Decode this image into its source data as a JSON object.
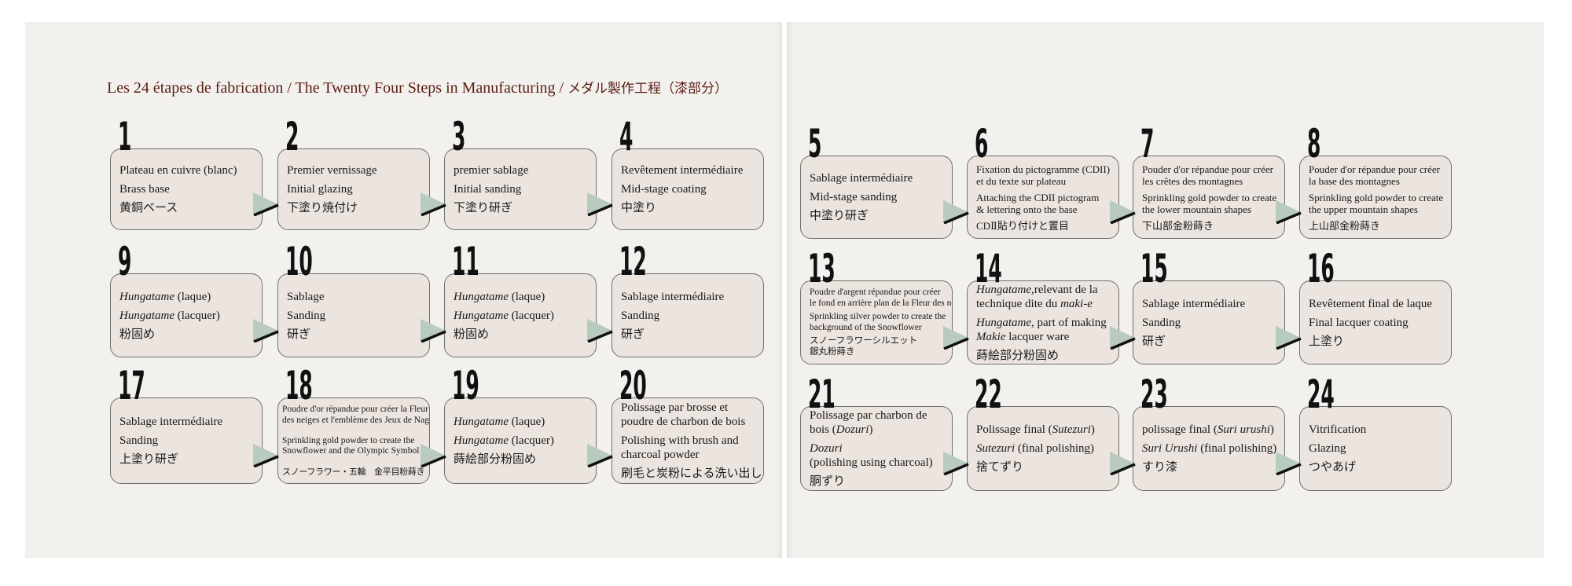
{
  "title": {
    "text": "Les 24 étapes de fabrication / The Twenty Four Steps in Manufacturing / ",
    "jp": "メダル製作工程（漆部分）"
  },
  "steps": [
    {
      "n": "1",
      "blocks": [
        [
          [
            {
              "t": "Plateau en cuivre (blanc)"
            }
          ]
        ],
        [
          [
            {
              "t": "Brass base"
            }
          ]
        ],
        [
          [
            {
              "t": "黄銅ベース"
            }
          ]
        ]
      ]
    },
    {
      "n": "2",
      "blocks": [
        [
          [
            {
              "t": "Premier vernissage"
            }
          ]
        ],
        [
          [
            {
              "t": "Initial glazing"
            }
          ]
        ],
        [
          [
            {
              "t": "下塗り焼付け"
            }
          ]
        ]
      ]
    },
    {
      "n": "3",
      "blocks": [
        [
          [
            {
              "t": "premier sablage"
            }
          ]
        ],
        [
          [
            {
              "t": "Initial sanding"
            }
          ]
        ],
        [
          [
            {
              "t": "下塗り研ぎ"
            }
          ]
        ]
      ]
    },
    {
      "n": "4",
      "blocks": [
        [
          [
            {
              "t": "Revêtement intermédiaire"
            }
          ]
        ],
        [
          [
            {
              "t": "Mid-stage coating"
            }
          ]
        ],
        [
          [
            {
              "t": "中塗り"
            }
          ]
        ]
      ]
    },
    {
      "n": "5",
      "blocks": [
        [
          [
            {
              "t": "Sablage intermédiaire"
            }
          ]
        ],
        [
          [
            {
              "t": "Mid-stage sanding"
            }
          ]
        ],
        [
          [
            {
              "t": "中塗り研ぎ"
            }
          ]
        ]
      ]
    },
    {
      "n": "6",
      "blocks": [
        [
          [
            {
              "t": "Fixation du pictogramme (CDII)"
            }
          ],
          [
            {
              "t": "et du texte sur plateau"
            }
          ]
        ],
        [
          [
            {
              "t": "Attaching the CDII pictogram"
            }
          ],
          [
            {
              "t": "& lettering onto the base"
            }
          ]
        ],
        [
          [
            {
              "t": "CDⅡ貼り付けと置目"
            }
          ]
        ]
      ]
    },
    {
      "n": "7",
      "blocks": [
        [
          [
            {
              "t": "Pouder d'or répandue pour créer"
            }
          ],
          [
            {
              "t": "les crêtes des montagnes"
            }
          ]
        ],
        [
          [
            {
              "t": "Sprinkling gold powder to create"
            }
          ],
          [
            {
              "t": "the lower mountain shapes"
            }
          ]
        ],
        [
          [
            {
              "t": "下山部金粉蒔き"
            }
          ]
        ]
      ]
    },
    {
      "n": "8",
      "blocks": [
        [
          [
            {
              "t": "Pouder d'or répandue pour créer"
            }
          ],
          [
            {
              "t": "la base des montagnes"
            }
          ]
        ],
        [
          [
            {
              "t": "Sprinkling gold powder to create"
            }
          ],
          [
            {
              "t": "the upper mountain shapes"
            }
          ]
        ],
        [
          [
            {
              "t": "上山部金粉蒔き"
            }
          ]
        ]
      ]
    },
    {
      "n": "9",
      "blocks": [
        [
          [
            {
              "t": "Hungatame",
              "i": true
            },
            {
              "t": " (laque)"
            }
          ]
        ],
        [
          [
            {
              "t": "Hungatame",
              "i": true
            },
            {
              "t": " (lacquer)"
            }
          ]
        ],
        [
          [
            {
              "t": "粉固め"
            }
          ]
        ]
      ]
    },
    {
      "n": "10",
      "blocks": [
        [
          [
            {
              "t": "Sablage"
            }
          ]
        ],
        [
          [
            {
              "t": "Sanding"
            }
          ]
        ],
        [
          [
            {
              "t": "研ぎ"
            }
          ]
        ]
      ]
    },
    {
      "n": "11",
      "blocks": [
        [
          [
            {
              "t": "Hungatame",
              "i": true
            },
            {
              "t": " (laque)"
            }
          ]
        ],
        [
          [
            {
              "t": "Hungatame",
              "i": true
            },
            {
              "t": " (lacquer)"
            }
          ]
        ],
        [
          [
            {
              "t": "粉固め"
            }
          ]
        ]
      ]
    },
    {
      "n": "12",
      "blocks": [
        [
          [
            {
              "t": "Sablage intermédiaire"
            }
          ]
        ],
        [
          [
            {
              "t": "Sanding"
            }
          ]
        ],
        [
          [
            {
              "t": "研ぎ"
            }
          ]
        ]
      ]
    },
    {
      "n": "13",
      "blocks": [
        [
          [
            {
              "t": "Poudre d'argent répandue pour créer"
            }
          ],
          [
            {
              "t": "le fond en arrière plan de la Fleur des neiges"
            }
          ]
        ],
        [
          [
            {
              "t": "Sprinkling silver powder to create the"
            }
          ],
          [
            {
              "t": "background of the Snowflower"
            }
          ]
        ],
        [
          [
            {
              "t": "スノーフラワーシルエット"
            }
          ],
          [
            {
              "t": "銀丸粉蒔き"
            }
          ]
        ]
      ]
    },
    {
      "n": "14",
      "blocks": [
        [
          [
            {
              "t": "Hungatame,",
              "i": true
            },
            {
              "t": "relevant de la"
            }
          ],
          [
            {
              "t": "technique dite du "
            },
            {
              "t": "maki-e",
              "i": true
            }
          ]
        ],
        [
          [
            {
              "t": "Hungatame",
              "i": true
            },
            {
              "t": ", part of making"
            }
          ],
          [
            {
              "t": "Makie",
              "i": true
            },
            {
              "t": " lacquer ware"
            }
          ]
        ],
        [
          [
            {
              "t": "蒔絵部分粉固め"
            }
          ]
        ]
      ]
    },
    {
      "n": "15",
      "blocks": [
        [
          [
            {
              "t": "Sablage intermédiaire"
            }
          ]
        ],
        [
          [
            {
              "t": "Sanding"
            }
          ]
        ],
        [
          [
            {
              "t": "研ぎ"
            }
          ]
        ]
      ]
    },
    {
      "n": "16",
      "blocks": [
        [
          [
            {
              "t": "Revêtement final de laque"
            }
          ]
        ],
        [
          [
            {
              "t": "Final lacquer coating"
            }
          ]
        ],
        [
          [
            {
              "t": "上塗り"
            }
          ]
        ]
      ]
    },
    {
      "n": "17",
      "blocks": [
        [
          [
            {
              "t": "Sablage intermédiaire"
            }
          ]
        ],
        [
          [
            {
              "t": "Sanding"
            }
          ]
        ],
        [
          [
            {
              "t": "上塗り研ぎ"
            }
          ]
        ]
      ]
    },
    {
      "n": "18",
      "blocks": [
        [
          [
            {
              "t": "Poudre d'or répandue pour créer la Fleur"
            }
          ],
          [
            {
              "t": "des neiges et l'emblème des Jeux de Nagano"
            }
          ]
        ],
        [
          [
            {
              "t": "Sprinkling gold powder to create the"
            }
          ],
          [
            {
              "t": "Snowflower and the Olympic Symbol"
            }
          ]
        ],
        [
          [
            {
              "t": "スノーフラワー・五輪　金平目粉蒔き"
            }
          ]
        ]
      ]
    },
    {
      "n": "19",
      "blocks": [
        [
          [
            {
              "t": "Hungatame",
              "i": true
            },
            {
              "t": " (laque)"
            }
          ]
        ],
        [
          [
            {
              "t": "Hungatame",
              "i": true
            },
            {
              "t": " (lacquer)"
            }
          ]
        ],
        [
          [
            {
              "t": "蒔絵部分粉固め"
            }
          ]
        ]
      ]
    },
    {
      "n": "20",
      "blocks": [
        [
          [
            {
              "t": "Polissage par brosse et"
            }
          ],
          [
            {
              "t": "poudre de charbon de bois"
            }
          ]
        ],
        [
          [
            {
              "t": "Polishing with brush and"
            }
          ],
          [
            {
              "t": "charcoal powder"
            }
          ]
        ],
        [
          [
            {
              "t": "刷毛と炭粉による洗い出し"
            }
          ]
        ]
      ]
    },
    {
      "n": "21",
      "blocks": [
        [
          [
            {
              "t": "Polissage par charbon de"
            }
          ],
          [
            {
              "t": "bois ("
            },
            {
              "t": "Dozuri",
              "i": true
            },
            {
              "t": ")"
            }
          ]
        ],
        [
          [
            {
              "t": "Dozuri",
              "i": true
            }
          ],
          [
            {
              "t": "(polishing using charcoal)"
            }
          ]
        ],
        [
          [
            {
              "t": "胴ずり"
            }
          ]
        ]
      ]
    },
    {
      "n": "22",
      "blocks": [
        [
          [
            {
              "t": "Polissage final ("
            },
            {
              "t": "Sutezuri",
              "i": true
            },
            {
              "t": ")"
            }
          ]
        ],
        [
          [
            {
              "t": "Sutezuri",
              "i": true
            },
            {
              "t": " (final polishing)"
            }
          ]
        ],
        [
          [
            {
              "t": "捨てずり"
            }
          ]
        ]
      ]
    },
    {
      "n": "23",
      "blocks": [
        [
          [
            {
              "t": "polissage final ("
            },
            {
              "t": "Suri urushi",
              "i": true
            },
            {
              "t": ")"
            }
          ]
        ],
        [
          [
            {
              "t": "Suri Urushi",
              "i": true
            },
            {
              "t": " (final polishing)"
            }
          ]
        ],
        [
          [
            {
              "t": "すり漆"
            }
          ]
        ]
      ]
    },
    {
      "n": "24",
      "blocks": [
        [
          [
            {
              "t": "Vitrification"
            }
          ]
        ],
        [
          [
            {
              "t": "Glazing"
            }
          ]
        ],
        [
          [
            {
              "t": "つやあげ"
            }
          ]
        ]
      ]
    }
  ],
  "colors": {
    "box": "#ebe4df",
    "arrow": "#b9cabf",
    "title": "#5a1d14"
  }
}
